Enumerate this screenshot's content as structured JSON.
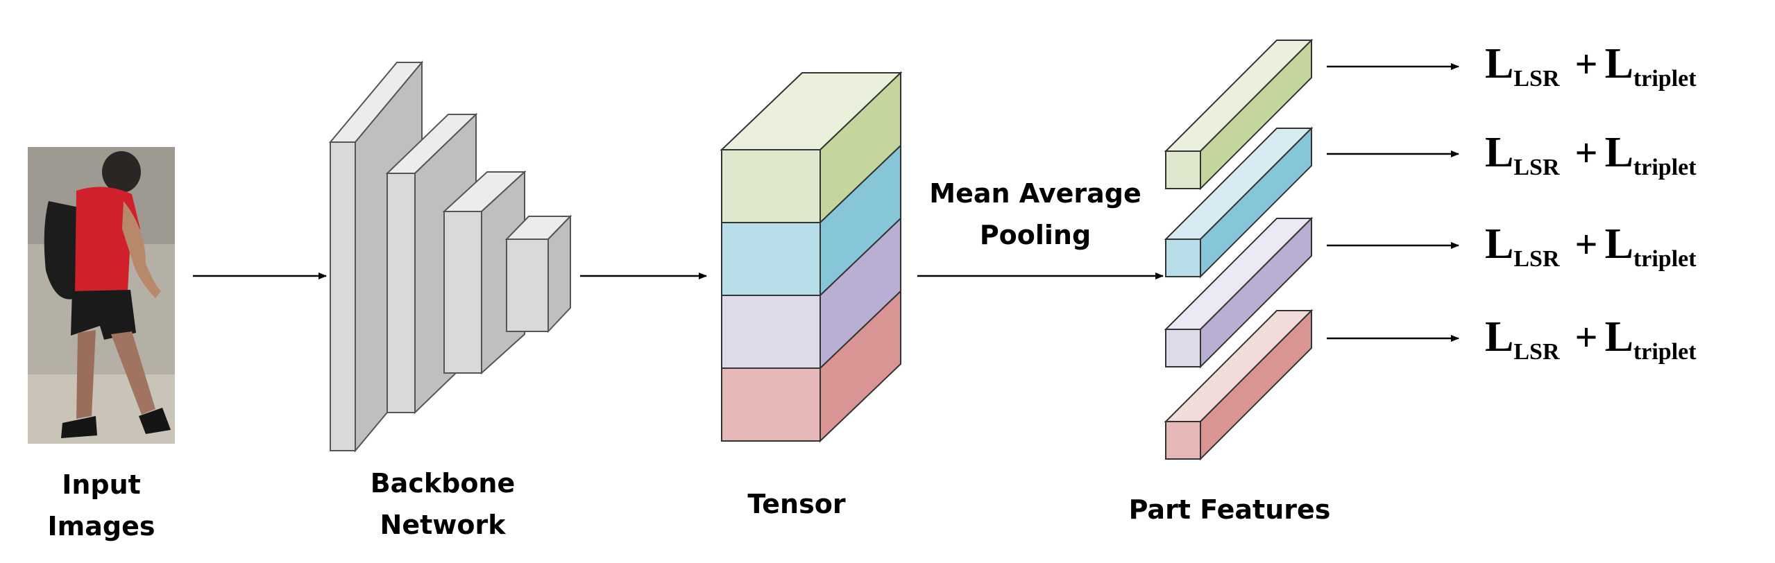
{
  "labels": {
    "input_line1": "Input",
    "input_line2": "Images",
    "backbone_line1": "Backbone",
    "backbone_line2": "Network",
    "tensor": "Tensor",
    "pooling_line1": "Mean Average",
    "pooling_line2": "Pooling",
    "part_features": "Part Features"
  },
  "losses": [
    {
      "main": "L",
      "sub": "LSR",
      "plus": "+",
      "main2": "L",
      "sub2": "triplet"
    },
    {
      "main": "L",
      "sub": "LSR",
      "plus": "+",
      "main2": "L",
      "sub2": "triplet"
    },
    {
      "main": "L",
      "sub": "LSR",
      "plus": "+",
      "main2": "L",
      "sub2": "triplet"
    },
    {
      "main": "L",
      "sub": "LSR",
      "plus": "+",
      "main2": "L",
      "sub2": "triplet"
    }
  ],
  "colors": {
    "backbone_front": "#d9d9d9",
    "backbone_side": "#bfbfbf",
    "backbone_top": "#ececec",
    "part_green": [
      "#dfe8cc",
      "#c4d69b",
      "#eaf0dc"
    ],
    "part_blue": [
      "#b7dde8",
      "#87c5d9",
      "#d6ecf2"
    ],
    "part_purple": [
      "#dddaea",
      "#b8afd2",
      "#ebe9f3"
    ],
    "part_red": [
      "#e6b8b7",
      "#d99594",
      "#f2dcdb"
    ]
  }
}
